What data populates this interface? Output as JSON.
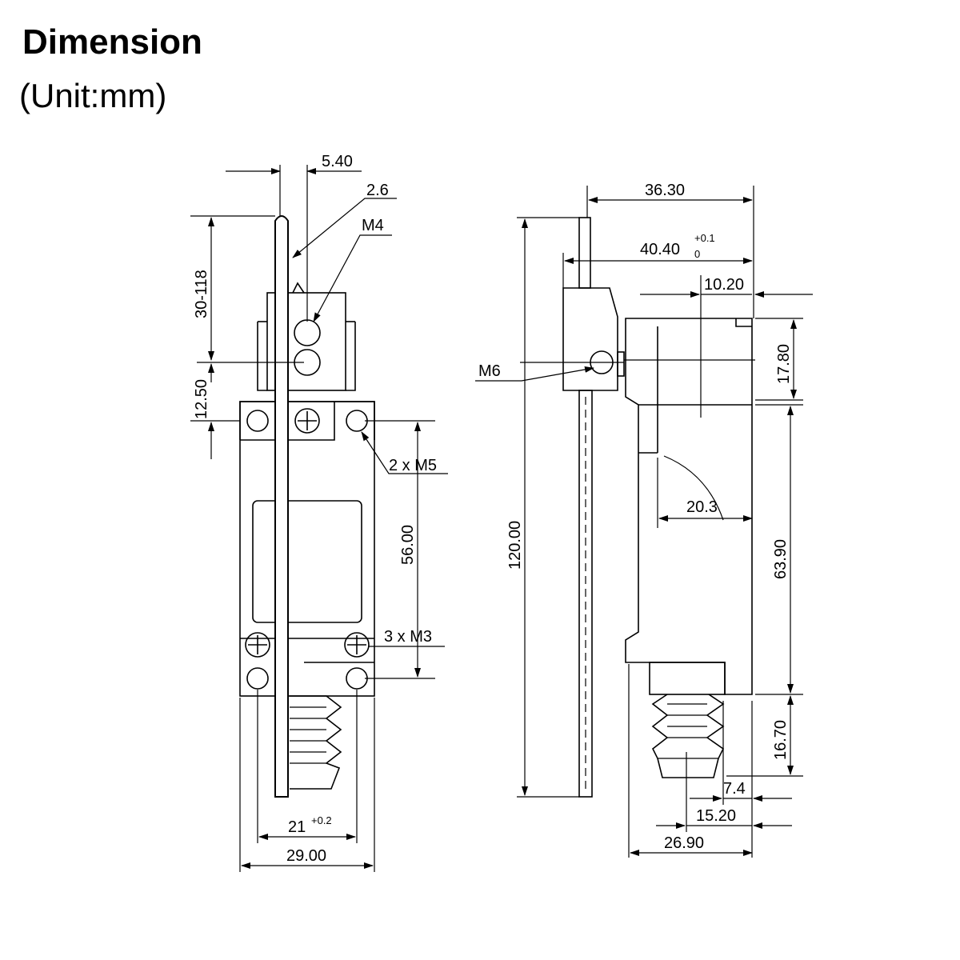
{
  "header": {
    "title": "Dimension",
    "unit": "(Unit:mm)"
  },
  "front_view": {
    "dim_5_40": "5.40",
    "dim_2_6": "2.6",
    "label_m4": "M4",
    "dim_30_118": "30-118",
    "dim_12_50": "12.50",
    "label_2xm5": "2 x M5",
    "dim_56_00": "56.00",
    "label_3xm3": "3 x M3",
    "dim_21": "21",
    "dim_21_tol": "+0.2",
    "dim_29_00": "29.00"
  },
  "side_view": {
    "dim_36_30": "36.30",
    "dim_40_40": "40.40",
    "dim_40_40_tol_upper": "+0.1",
    "dim_40_40_tol_lower": "0",
    "dim_10_20": "10.20",
    "dim_17_80": "17.80",
    "label_m6": "M6",
    "dim_20_3": "20.3",
    "dim_120_00": "120.00",
    "dim_63_90": "63.90",
    "dim_16_70": "16.70",
    "dim_7_4": "7.4",
    "dim_15_20": "15.20",
    "dim_26_90": "26.90"
  }
}
